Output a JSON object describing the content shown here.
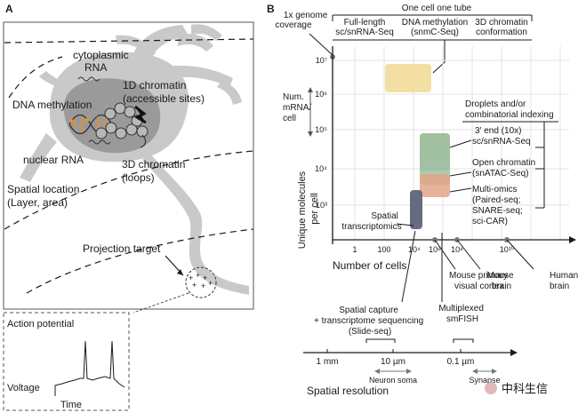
{
  "panel_a": {
    "label": "A",
    "cytoplasmic_rna": [
      "cytoplasmic",
      "RNA"
    ],
    "chromatin_1d": [
      "1D chromatin",
      "(accessible sites)"
    ],
    "dna_methylation": "DNA methylation",
    "nuclear_rna": "nuclear RNA",
    "chromatin_3d": [
      "3D chromatin",
      "(loops)"
    ],
    "spatial_location": [
      "Spatial location",
      "(Layer, area)"
    ],
    "projection_target": "Projection target",
    "action_potential": "Action potential",
    "voltage": "Voltage",
    "time": "Time"
  },
  "panel_b": {
    "label": "B",
    "one_cell_one_tube": "One cell one tube",
    "genome_coverage": [
      "1x genome",
      "coverage"
    ],
    "categories": [
      [
        "Full-length",
        "sc/snRNA-Seq"
      ],
      [
        "DNA methylation",
        "(snmC-Seq)"
      ],
      [
        "3D chromatin",
        "conformation"
      ]
    ],
    "num_mrna": [
      "Num.",
      "mRNA/",
      "cell"
    ],
    "droplets": [
      "Droplets and/or",
      "combinatorial indexing"
    ],
    "sc_rna": [
      "3' end (10x)",
      "sc/snRNA-Seq"
    ],
    "open_chromatin": [
      "Open chromatin",
      "(snATAC-Seq)"
    ],
    "multi_omics": [
      "Multi-omics",
      "(Paired-seq;",
      "SNARE-seq;",
      "sci-CAR)"
    ],
    "spatial_transcriptomics": [
      "Spatial",
      "transcriptomics"
    ],
    "y_label": [
      "Unique molecules",
      "per cell"
    ],
    "y_ticks": [
      "10⁷",
      "10⁶",
      "10⁵",
      "10⁴",
      "10³"
    ],
    "x_ticks": [
      "1",
      "100",
      "10⁴",
      "10⁶",
      "10⁸",
      "10¹⁰"
    ],
    "x_label": "Number of cells",
    "mouse_visual_cortex": [
      "Mouse primary",
      "visual cortex"
    ],
    "mouse_brain": [
      "Mouse",
      "brain"
    ],
    "human_brain": [
      "Human",
      "brain"
    ],
    "spatial_capture": [
      "Spatial capture",
      "+ transcriptome sequencing",
      "(Slide-seq)"
    ],
    "multiplexed": [
      "Multiplexed",
      "smFISH"
    ],
    "res_ticks": [
      "1 mm",
      "10 µm",
      "0.1 µm"
    ],
    "neuron_soma": "Neuron soma",
    "synapse": "Synapse",
    "spatial_resolution": "Spatial resolution",
    "watermark": "中科生信"
  },
  "colors": {
    "cell_gray": "#c9c9c9",
    "nucleus_gray": "#9a9a9a",
    "full_length_box": "#f2dc9a",
    "rna_box": "#8fb58f",
    "atac_box": "#a2c0a6",
    "multiomics_box": "#e3a487",
    "spatial_box": "#5d6478"
  }
}
